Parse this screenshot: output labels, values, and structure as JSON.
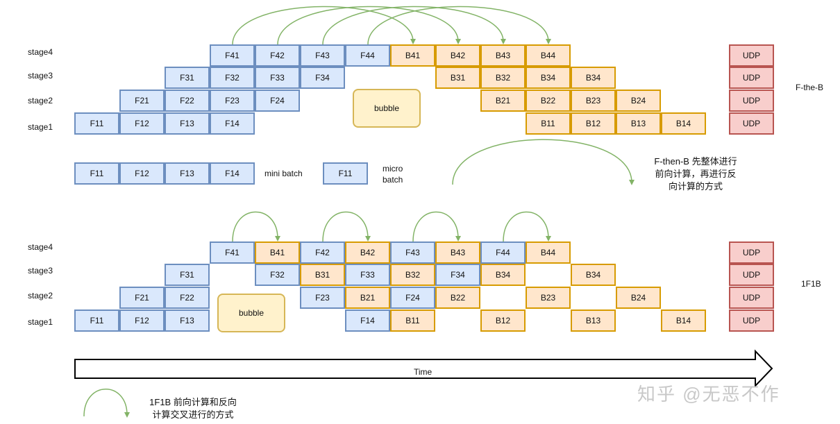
{
  "top": {
    "stages": [
      "stage4",
      "stage3",
      "stage2",
      "stage1"
    ],
    "side_label": "F-the-B",
    "bubble": "bubble"
  },
  "bottom": {
    "stages": [
      "stage4",
      "stage3",
      "stage2",
      "stage1"
    ],
    "side_label": "1F1B",
    "bubble": "bubble"
  },
  "legend": {
    "mini_batch_cells": [
      "F11",
      "F12",
      "F13",
      "F14"
    ],
    "mini_batch_label": "mini batch",
    "micro_batch_cell": "F11",
    "micro_batch_label_1": "micro",
    "micro_batch_label_2": "batch"
  },
  "notes": {
    "fthenb_line1": "F-then-B 先整体进行",
    "fthenb_line2": "前向计算，再进行反",
    "fthenb_line3": "向计算的方式",
    "onef1b_line1": "1F1B 前向计算和反向",
    "onef1b_line2": "计算交叉进行的方式"
  },
  "time_label": "Time",
  "watermark": "知乎 @无恶不作",
  "udp_label": "UDP",
  "colors": {
    "forward_fill": "#dae8fc",
    "forward_border": "#6c8ebf",
    "backward_fill": "#ffe6cc",
    "backward_border": "#d79b00",
    "udp_fill": "#f8cecc",
    "udp_border": "#b85450",
    "bubble_fill": "#fff2cc",
    "arrow": "#82b366"
  },
  "top_rows": {
    "stage4": [
      "F41",
      "F42",
      "F43",
      "F44",
      "B41",
      "B42",
      "B43",
      "B44"
    ],
    "stage3": [
      "F31",
      "F32",
      "F33",
      "F34",
      "B31",
      "B32",
      "B34",
      "B34"
    ],
    "stage2": [
      "F21",
      "F22",
      "F23",
      "F24",
      "B21",
      "B22",
      "B23",
      "B24"
    ],
    "stage1": [
      "F11",
      "F12",
      "F13",
      "F14",
      "B11",
      "B12",
      "B13",
      "B14"
    ]
  },
  "bottom_rows": {
    "stage4": [
      "F41",
      "B41",
      "F42",
      "B42",
      "F43",
      "B43",
      "F44",
      "B44"
    ],
    "stage3": [
      "F31",
      "F32",
      "B31",
      "F33",
      "B32",
      "F34",
      "B34",
      "B34"
    ],
    "stage2": [
      "F21",
      "F22",
      "F23",
      "B21",
      "F24",
      "B22",
      "B23",
      "B24"
    ],
    "stage1": [
      "F11",
      "F12",
      "F13",
      "F14",
      "B11",
      "B12",
      "B13",
      "B14"
    ]
  }
}
